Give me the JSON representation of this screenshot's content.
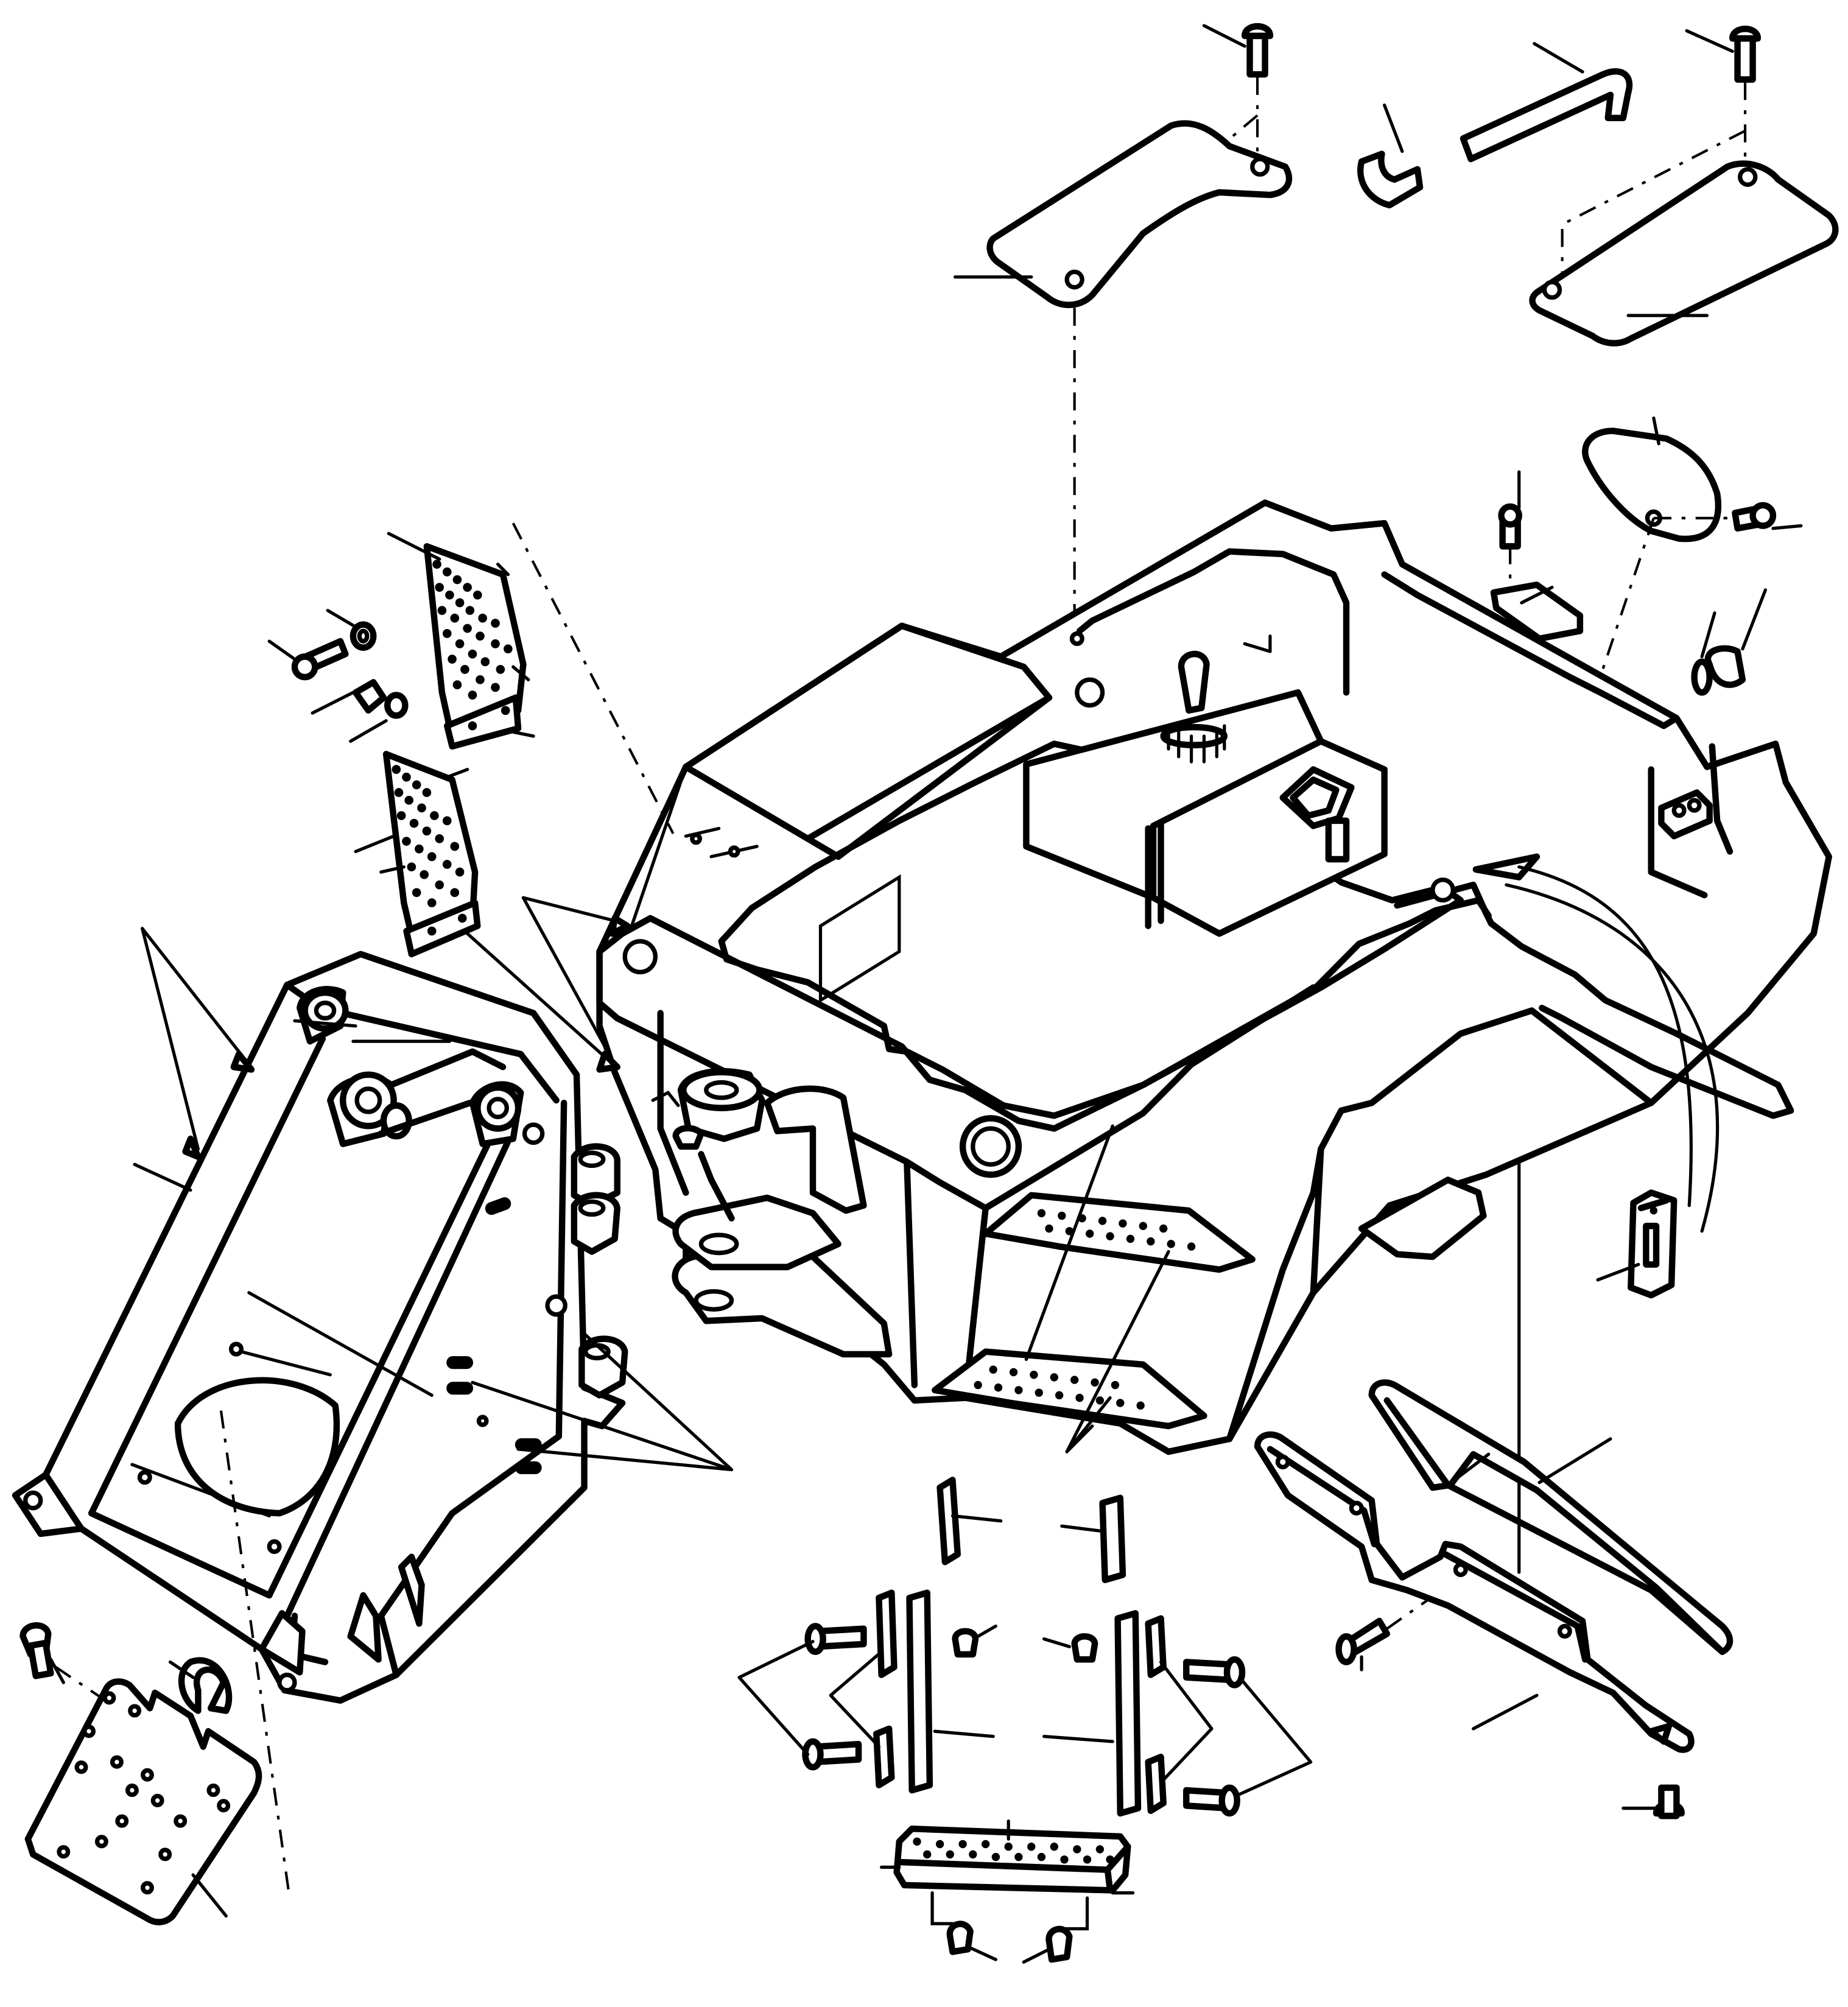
{
  "drawing": {
    "colors": {
      "line": "#000000",
      "background": "#ffffff"
    },
    "parts": [
      "top-plate-left",
      "top-plate-right",
      "screw-top-left",
      "screw-top-right",
      "hose-bent",
      "rod-hook",
      "cover-plate-oval",
      "main-frame",
      "fuel-tank",
      "support-bracket-left",
      "step-plate-upper",
      "step-plate-lower",
      "mount-plate",
      "side-rail-left",
      "side-rail-right",
      "step-block",
      "spacer-plates",
      "bolts-and-nuts",
      "clip-block"
    ]
  }
}
